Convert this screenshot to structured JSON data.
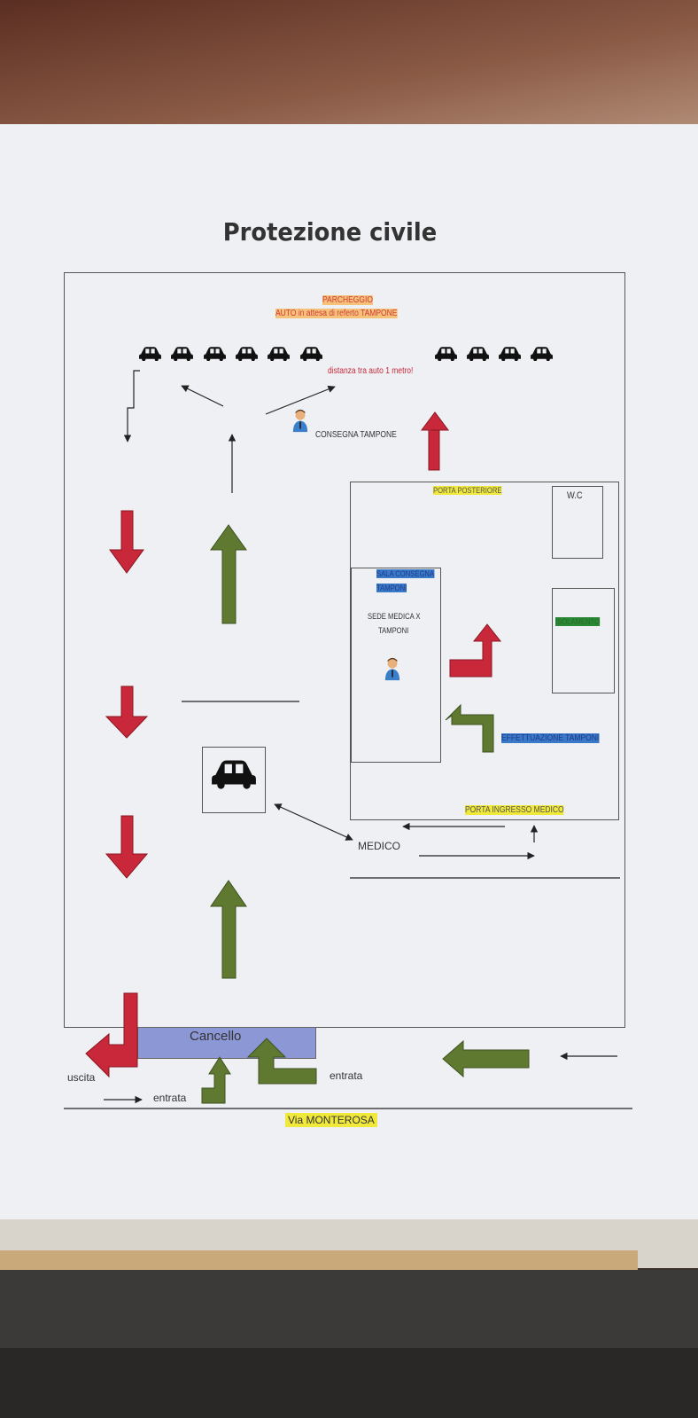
{
  "title": "Protezione civile",
  "labels": {
    "parking_title": "PARCHEGGIO",
    "parking_sub": "AUTO in attesa di referto TAMPONE",
    "distance": "distanza tra auto 1 metro!",
    "delivery": "CONSEGNA TAMPONE",
    "rear_door": "PORTA POSTERIORE",
    "wc": "W.C",
    "waiting_room": "SALA CONSEGNA",
    "waiting_room_2": "TAMPONI",
    "medical_site": "SEDE MEDICA X",
    "medical_site_2": "TAMPONI",
    "green_room": "ISOLAMENTO",
    "swab_test": "EFFETTUAZIONE TAMPONI",
    "medical_entrance": "PORTA INGRESSO MEDICO",
    "doctor": "MEDICO",
    "gate": "Cancello",
    "exit": "uscita",
    "entry_left": "entrata",
    "entry_right": "entrata",
    "street": "Via MONTEROSA"
  },
  "colors": {
    "red_arrow": "#c8283a",
    "green_arrow": "#5f7a30",
    "gate": "#8c97d6",
    "highlight_yellow": "#f0e83a",
    "highlight_blue": "#3a78c9"
  },
  "icons": [
    "car-icon",
    "person-icon",
    "arrow-icon"
  ]
}
